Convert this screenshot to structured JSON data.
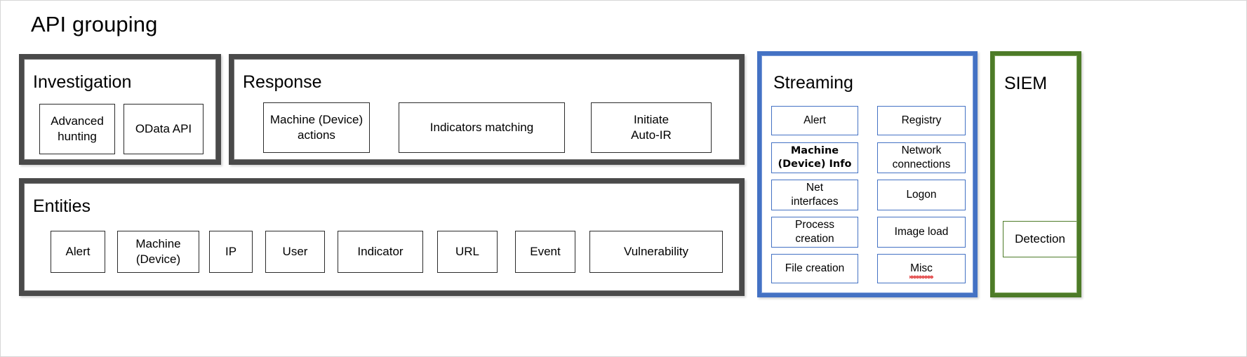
{
  "title": "API grouping",
  "panels": {
    "investigation": {
      "title": "Investigation",
      "accent": "#4a4a4a",
      "items": [
        {
          "label": "Advanced\nhunting"
        },
        {
          "label": "OData API"
        }
      ]
    },
    "response": {
      "title": "Response",
      "accent": "#4a4a4a",
      "items": [
        {
          "label": "Machine (Device)\nactions"
        },
        {
          "label": "Indicators matching"
        },
        {
          "label": "Initiate\nAuto-IR"
        }
      ]
    },
    "entities": {
      "title": "Entities",
      "accent": "#4a4a4a",
      "items": [
        {
          "label": "Alert"
        },
        {
          "label": "Machine\n(Device)"
        },
        {
          "label": "IP"
        },
        {
          "label": "User"
        },
        {
          "label": "Indicator"
        },
        {
          "label": "URL"
        },
        {
          "label": "Event"
        },
        {
          "label": "Vulnerability"
        }
      ]
    },
    "streaming": {
      "title": "Streaming",
      "accent": "#4472c4",
      "left_items": [
        {
          "label": "Alert"
        },
        {
          "label": "Machine\n(Device) Info",
          "bold": true
        },
        {
          "label": "Net\ninterfaces"
        },
        {
          "label": "Process\ncreation"
        },
        {
          "label": "File creation"
        }
      ],
      "right_items": [
        {
          "label": "Registry"
        },
        {
          "label": "Network\nconnections"
        },
        {
          "label": "Logon"
        },
        {
          "label": "Image load"
        },
        {
          "label": "Misc",
          "misspelled": true
        }
      ]
    },
    "siem": {
      "title": "SIEM",
      "accent": "#4d7b28",
      "items": [
        {
          "label": "Detection"
        }
      ]
    }
  }
}
